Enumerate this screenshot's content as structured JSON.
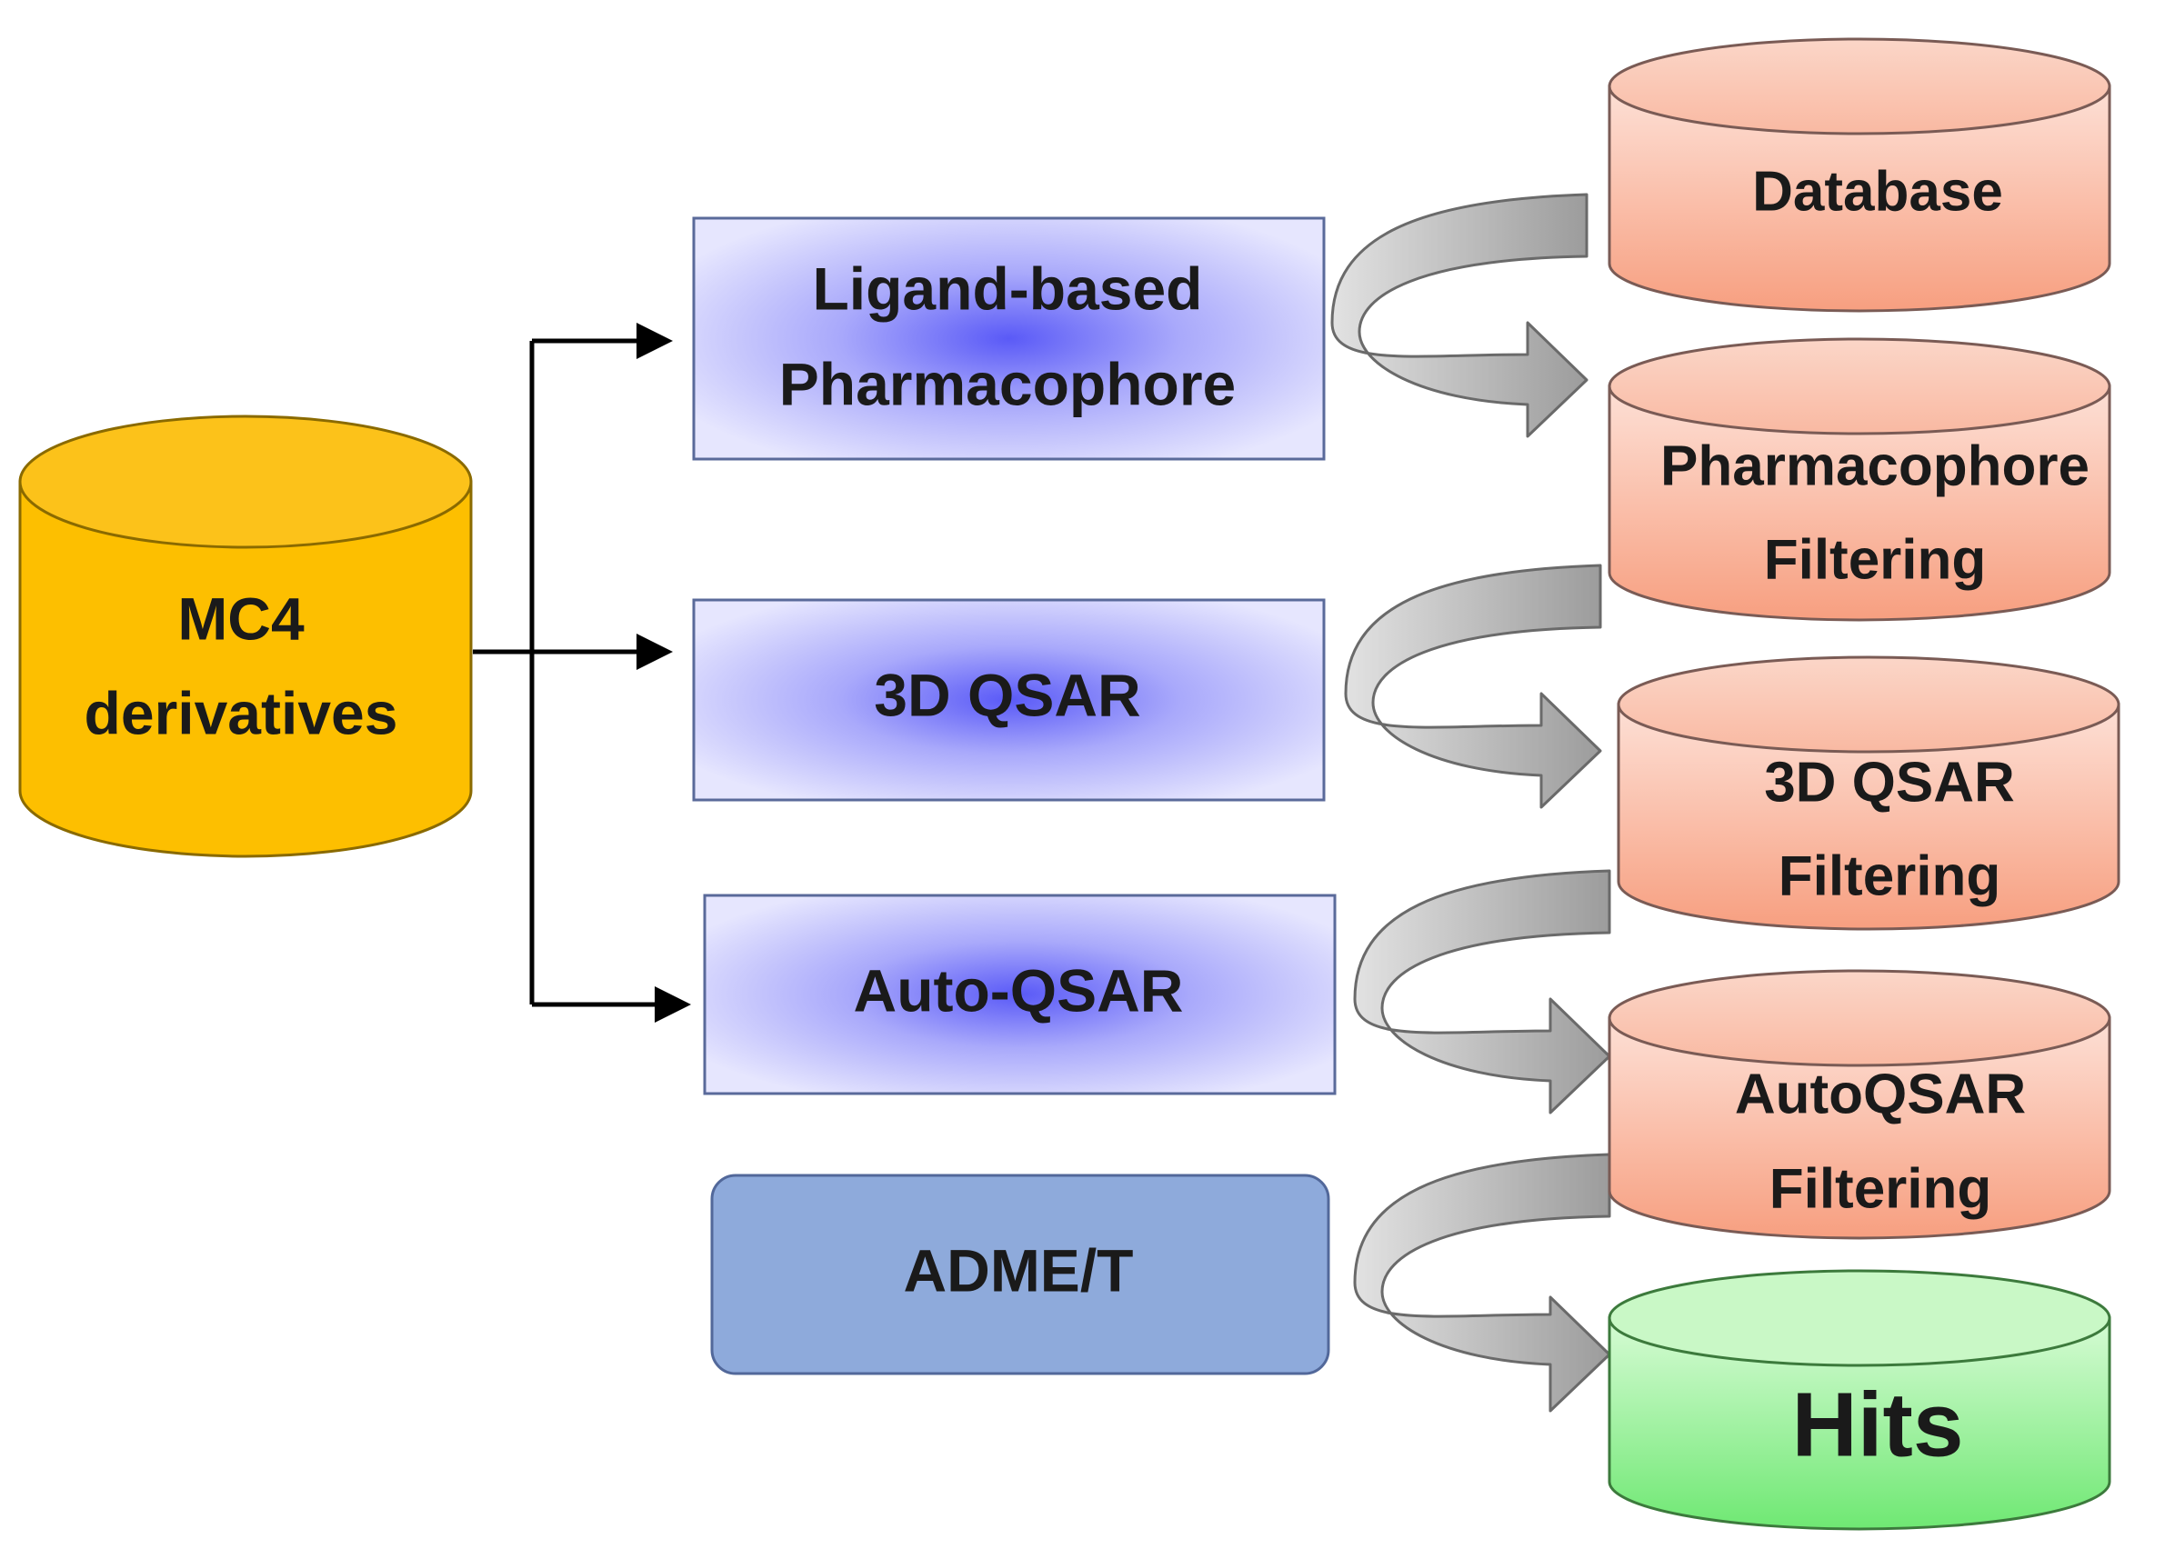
{
  "source": {
    "line1": "MC4",
    "line2": "derivatives"
  },
  "methods": [
    {
      "line1": "Ligand-based",
      "line2": "Pharmacophore"
    },
    {
      "line1": "3D QSAR"
    },
    {
      "line1": "Auto-QSAR"
    },
    {
      "line1": "ADME/T"
    }
  ],
  "stages": [
    {
      "line1": "Database"
    },
    {
      "line1": "Pharmacophore",
      "line2": "Filtering"
    },
    {
      "line1": "3D QSAR",
      "line2": "Filtering"
    },
    {
      "line1": "AutoQSAR",
      "line2": "Filtering"
    },
    {
      "line1": "Hits"
    }
  ],
  "colors": {
    "source_fill": "#fdbf00",
    "method_fill": "#ccccf8",
    "method_glow": "#5555ff",
    "adme_fill": "#8eaadb",
    "stage_fill": "#f8a98e",
    "hits_fill": "#86f08a",
    "arrow_fill": "#c4c4c4"
  }
}
